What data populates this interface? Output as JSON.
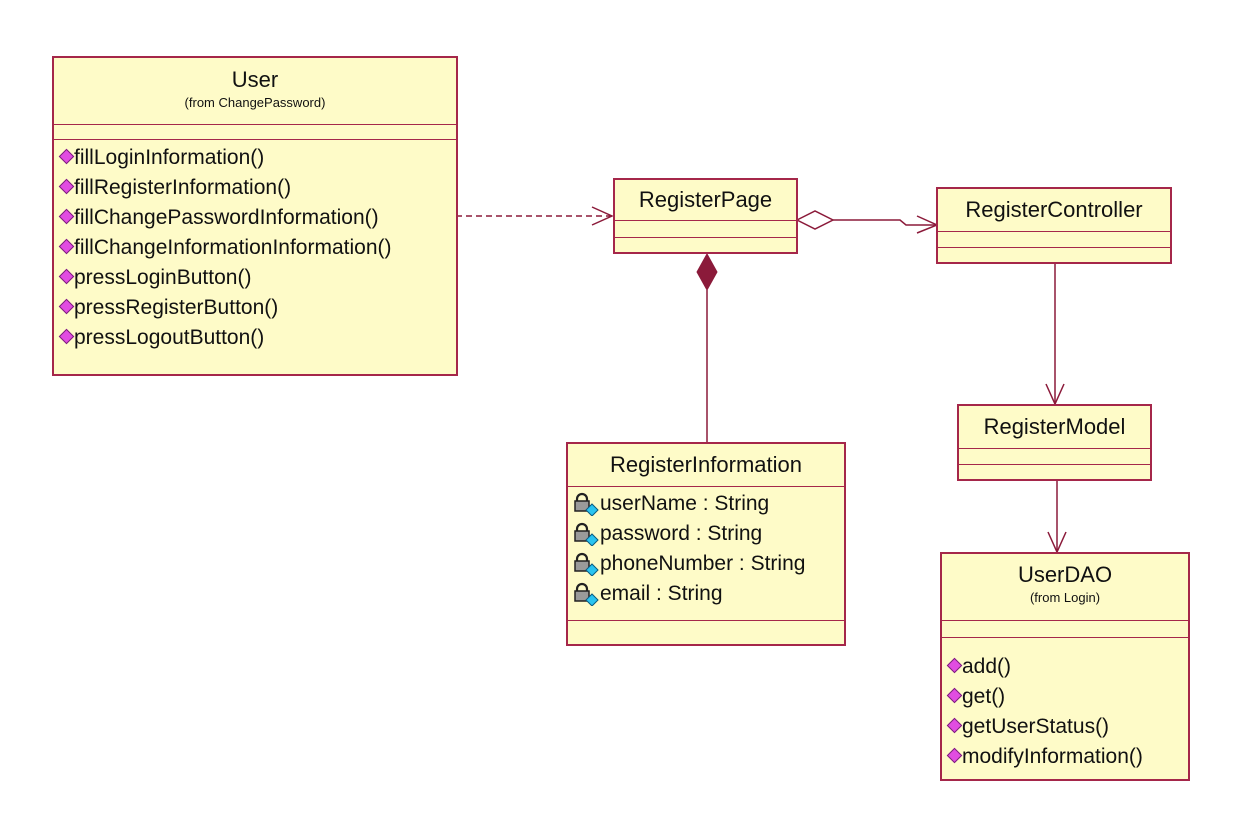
{
  "classes": {
    "user": {
      "name": "User",
      "from": "(from ChangePassword)",
      "operations": [
        "fillLoginInformation()",
        "fillRegisterInformation()",
        "fillChangePasswordInformation()",
        "fillChangeInformationInformation()",
        "pressLoginButton()",
        "pressRegisterButton()",
        "pressLogoutButton()"
      ]
    },
    "register_page": {
      "name": "RegisterPage"
    },
    "register_controller": {
      "name": "RegisterController"
    },
    "register_model": {
      "name": "RegisterModel"
    },
    "register_information": {
      "name": "RegisterInformation",
      "attributes": [
        "userName : String",
        "password : String",
        "phoneNumber : String",
        "email : String"
      ]
    },
    "user_dao": {
      "name": "UserDAO",
      "from": "(from Login)",
      "operations": [
        "add()",
        "get()",
        "getUserStatus()",
        "modifyInformation()"
      ]
    }
  },
  "relationships": [
    {
      "type": "dependency",
      "from": "User",
      "to": "RegisterPage"
    },
    {
      "type": "aggregation",
      "from": "RegisterPage",
      "to": "RegisterController"
    },
    {
      "type": "composition",
      "from": "RegisterPage",
      "to": "RegisterInformation"
    },
    {
      "type": "association",
      "from": "RegisterController",
      "to": "RegisterModel"
    },
    {
      "type": "association",
      "from": "RegisterModel",
      "to": "UserDAO"
    }
  ],
  "icons": {
    "operation": "public-operation-icon",
    "attribute": "private-attribute-icon"
  },
  "colors": {
    "class_fill": "#fefbc8",
    "class_border": "#a5274a",
    "connector": "#8b1a3a",
    "operation_icon": "#e14ce1",
    "attribute_icon_accent": "#29c4f0"
  }
}
